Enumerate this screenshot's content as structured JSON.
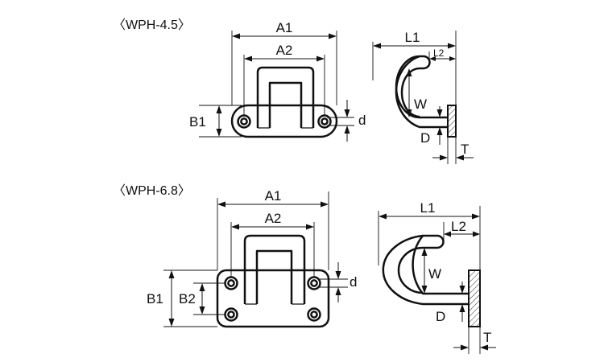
{
  "figures": [
    {
      "model_label": "〈WPH-4.5〉",
      "front_view": {
        "A1": "A1",
        "A2": "A2",
        "B1": "B1",
        "d": "d"
      },
      "side_view": {
        "L1": "L1",
        "L2": "L2",
        "W": "W",
        "D": "D",
        "T": "T"
      }
    },
    {
      "model_label": "〈WPH-6.8〉",
      "front_view": {
        "A1": "A1",
        "A2": "A2",
        "B1": "B1",
        "B2": "B2",
        "d": "d"
      },
      "side_view": {
        "L1": "L1",
        "L2": "L2",
        "W": "W",
        "D": "D",
        "T": "T"
      }
    }
  ]
}
